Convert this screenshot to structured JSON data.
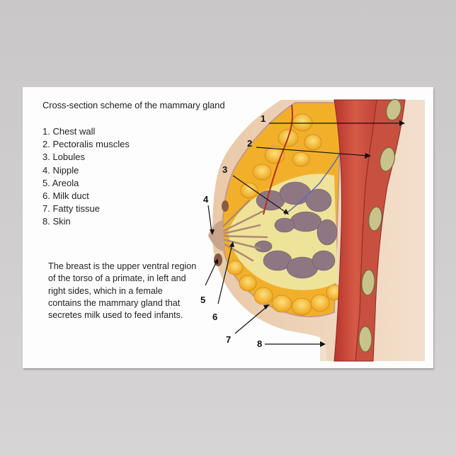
{
  "poster": {
    "title": "Cross-section scheme of the mammary gland",
    "legend": [
      "1. Chest wall",
      "2. Pectoralis muscles",
      "3. Lobules",
      "4. Nipple",
      "5. Areola",
      "6. Milk duct",
      "7. Fatty tissue",
      "8. Skin"
    ],
    "description": "The breast is the upper ventral region of the torso of a primate, in left and right sides, which in a female contains the mammary gland that secretes milk used to feed infants.",
    "callouts": [
      "1",
      "2",
      "3",
      "4",
      "5",
      "6",
      "7",
      "8"
    ]
  },
  "colors": {
    "background": "#cfcdcd",
    "poster": "#fdfdfd",
    "skin": "#f2dcc8",
    "fat": "#f4b82a",
    "muscle": "#c8483a",
    "lobule": "#8f7a86",
    "rib": "#c9c28a"
  }
}
